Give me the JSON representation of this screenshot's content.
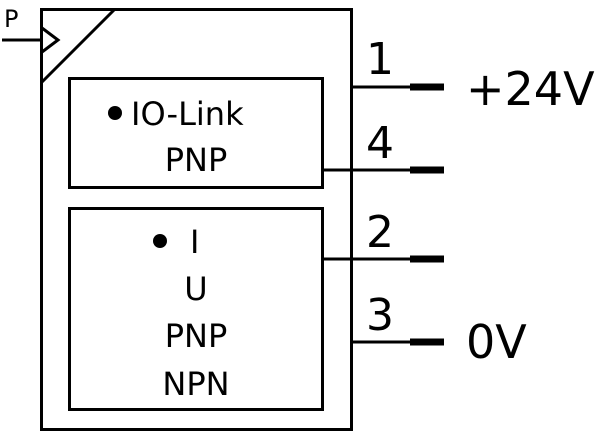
{
  "input": {
    "label": "P"
  },
  "module_iolink": {
    "lines": [
      "IO-Link",
      "PNP"
    ]
  },
  "module_analog": {
    "lines": [
      "I",
      "U",
      "PNP",
      "NPN"
    ]
  },
  "pins": [
    {
      "number": "1",
      "supply": "+24V"
    },
    {
      "number": "4",
      "supply": ""
    },
    {
      "number": "2",
      "supply": ""
    },
    {
      "number": "3",
      "supply": "0V"
    }
  ]
}
